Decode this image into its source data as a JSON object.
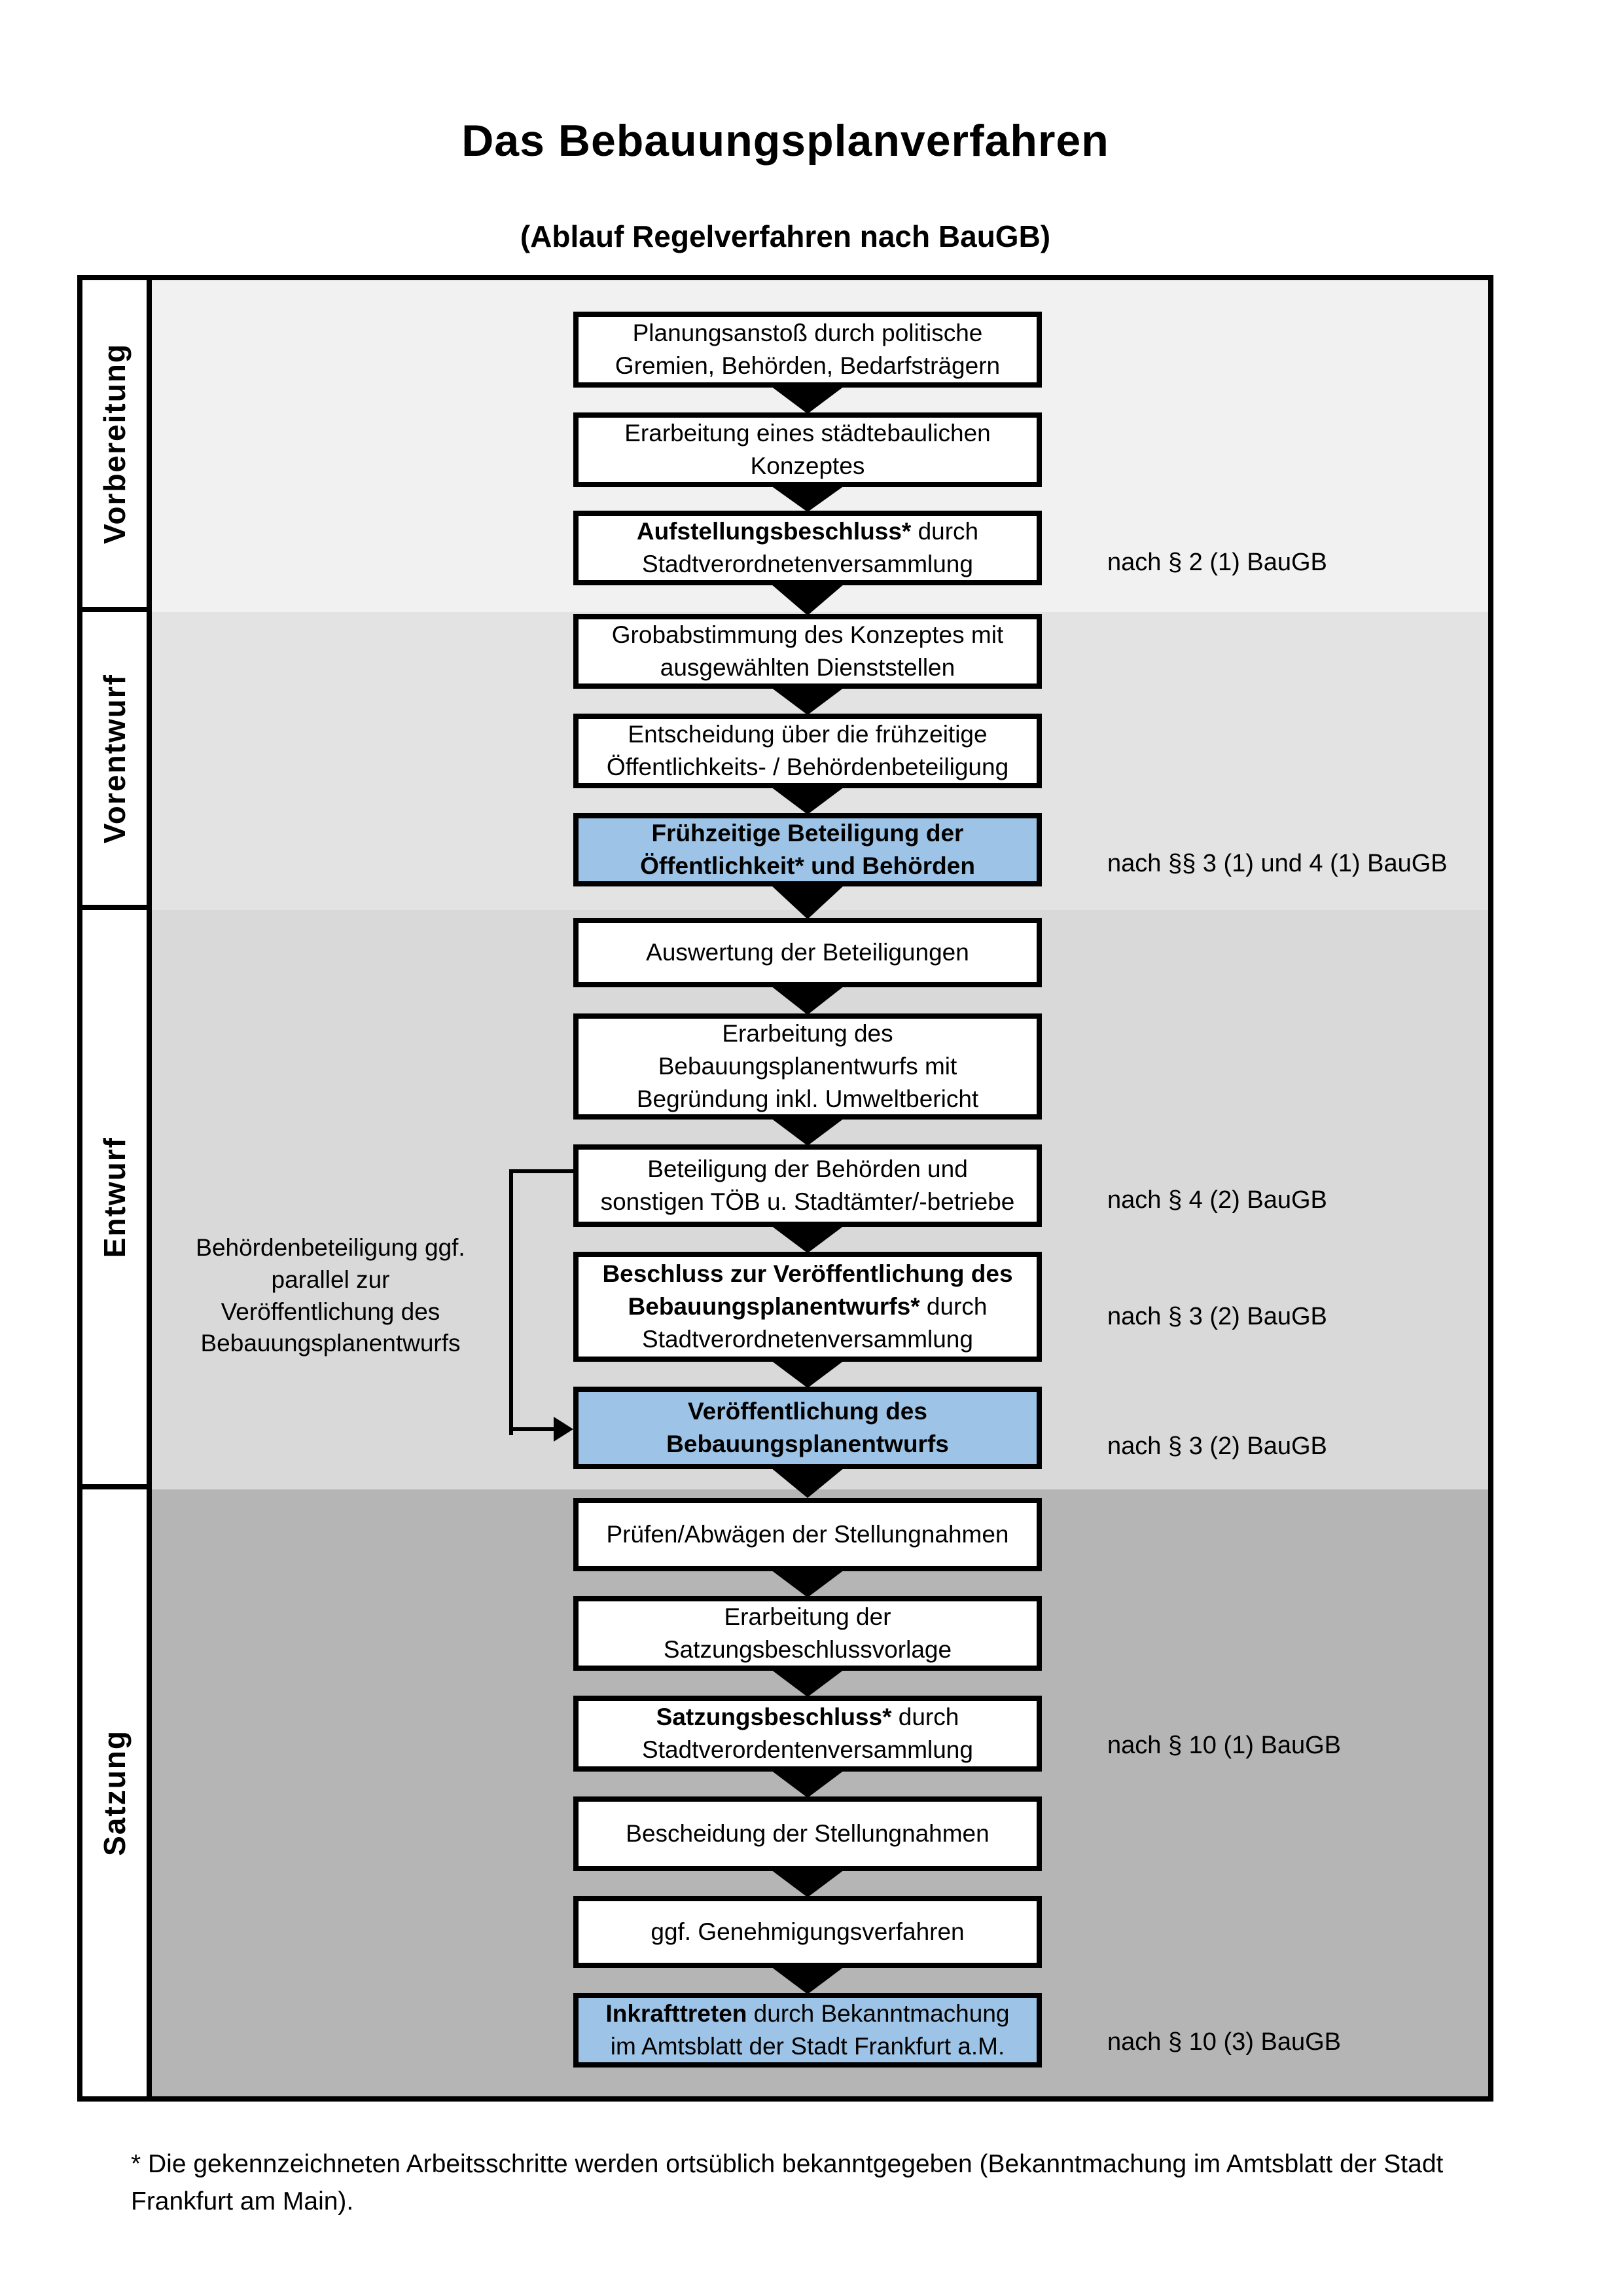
{
  "title": "Das Bebauungsplanverfahren",
  "subtitle": "(Ablauf Regelverfahren nach BauGB)",
  "colors": {
    "highlight_blue": "#9dc3e6",
    "phase_bands": [
      "#f1f1f1",
      "#e3e3e3",
      "#d9d9d9",
      "#b5b5b5"
    ],
    "line_black": "#000000"
  },
  "phases": [
    {
      "label": "Vorbereitung"
    },
    {
      "label": "Vorentwurf"
    },
    {
      "label": "Entwurf"
    },
    {
      "label": "Satzung"
    }
  ],
  "steps": [
    {
      "bold": "",
      "rest": "Planungsanstoß durch politische Gremien, Behörden, Bedarfsträgern",
      "highlighted": false
    },
    {
      "bold": "",
      "rest": "Erarbeitung eines städtebaulichen Konzeptes",
      "highlighted": false
    },
    {
      "bold": "Aufstellungsbeschluss*",
      "rest": " durch Stadtverordnetenversammlung",
      "highlighted": false
    },
    {
      "bold": "",
      "rest": "Grobabstimmung des Konzeptes mit ausgewählten Dienststellen",
      "highlighted": false
    },
    {
      "bold": "",
      "rest": "Entscheidung über die frühzeitige Öffentlichkeits- / Behördenbeteiligung",
      "highlighted": false
    },
    {
      "bold": "Frühzeitige Beteiligung der Öffentlichkeit* und Behörden",
      "rest": "",
      "highlighted": true
    },
    {
      "bold": "",
      "rest": "Auswertung der Beteiligungen",
      "highlighted": false
    },
    {
      "bold": "",
      "rest": "Erarbeitung des Bebauungsplanentwurfs mit Begründung inkl. Umweltbericht",
      "highlighted": false
    },
    {
      "bold": "",
      "rest": "Beteiligung der Behörden und sonstigen TÖB u. Stadtämter/-betriebe",
      "highlighted": false
    },
    {
      "bold": "Beschluss zur Veröffentlichung des Bebauungsplanentwurfs*",
      "rest": " durch Stadtverordnetenversammlung",
      "highlighted": false
    },
    {
      "bold": "Veröffentlichung des Bebauungsplanentwurfs",
      "rest": "",
      "highlighted": true
    },
    {
      "bold": "",
      "rest": "Prüfen/Abwägen der Stellungnahmen",
      "highlighted": false
    },
    {
      "bold": "",
      "rest": "Erarbeitung der Satzungsbeschlussvorlage",
      "highlighted": false
    },
    {
      "bold": "Satzungsbeschluss*",
      "rest": " durch Stadtverordentenversammlung",
      "highlighted": false
    },
    {
      "bold": "",
      "rest": "Bescheidung der Stellungnahmen",
      "highlighted": false
    },
    {
      "bold": "",
      "rest": "ggf. Genehmigungsverfahren",
      "highlighted": false
    },
    {
      "bold": "Inkrafttreten",
      "rest": " durch Bekanntmachung im Amtsblatt der Stadt Frankfurt a.M.",
      "highlighted": true
    }
  ],
  "legal_notes": [
    {
      "text": "nach § 2 (1) BauGB"
    },
    {
      "text": "nach §§ 3 (1) und 4 (1) BauGB"
    },
    {
      "text": "nach § 4 (2) BauGB"
    },
    {
      "text": "nach § 3 (2) BauGB"
    },
    {
      "text": "nach § 3 (2) BauGB"
    },
    {
      "text": "nach § 10 (1) BauGB"
    },
    {
      "text": "nach § 10 (3) BauGB"
    }
  ],
  "side_annotation": "Behördenbeteiligung ggf. parallel zur Veröffentlichung des Bebauungsplanentwurfs",
  "footnote": "* Die gekennzeichneten Arbeitsschritte werden ortsüblich bekanntgegeben (Bekanntmachung im Amtsblatt der Stadt Frankfurt am Main)."
}
